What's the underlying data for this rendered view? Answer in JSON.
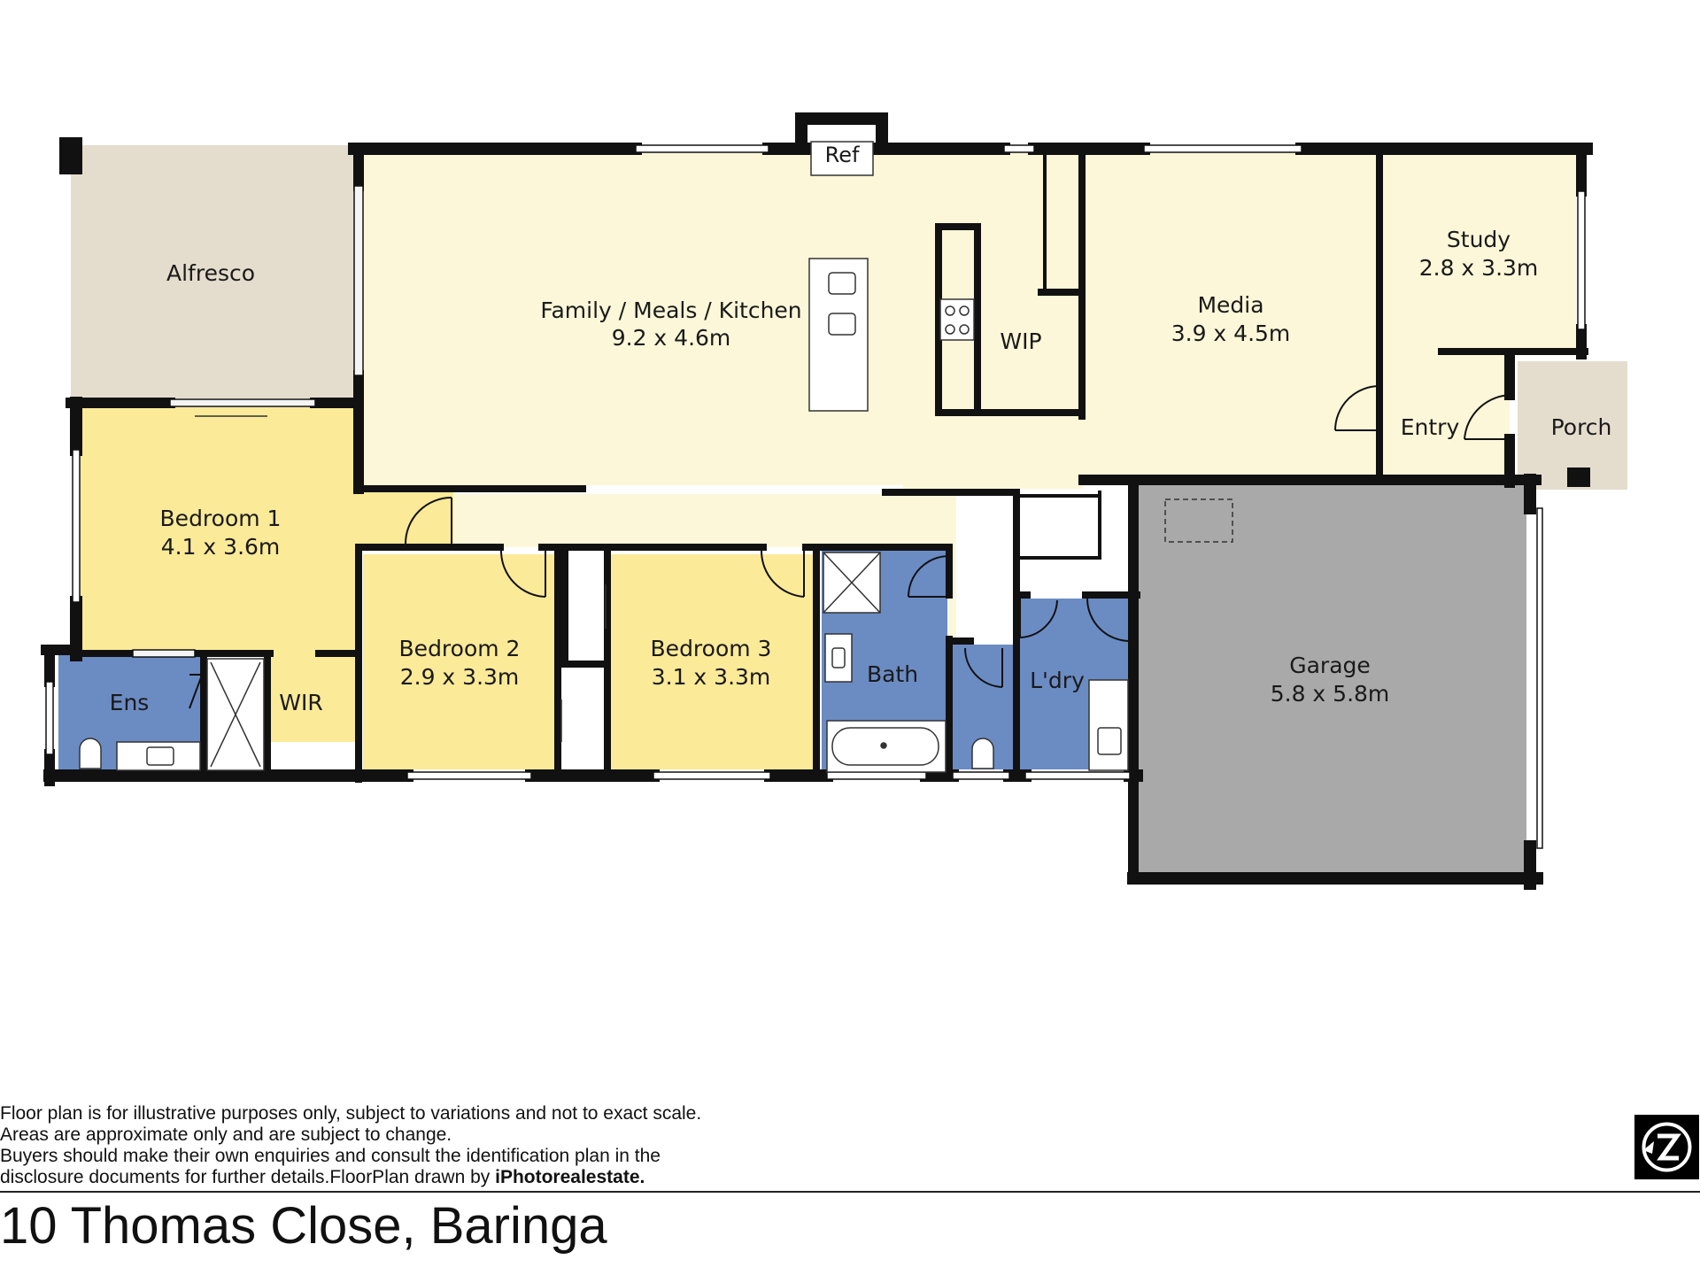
{
  "rooms": {
    "alfresco": {
      "name": "Alfresco",
      "dims": ""
    },
    "family": {
      "name": "Family / Meals / Kitchen",
      "dims": "9.2 x 4.6m"
    },
    "ref": {
      "name": "Ref"
    },
    "wip": {
      "name": "WIP"
    },
    "media": {
      "name": "Media",
      "dims": "3.9 x 4.5m"
    },
    "study": {
      "name": "Study",
      "dims": "2.8 x 3.3m"
    },
    "entry": {
      "name": "Entry"
    },
    "porch": {
      "name": "Porch"
    },
    "bedroom1": {
      "name": "Bedroom 1",
      "dims": "4.1 x 3.6m"
    },
    "bedroom2": {
      "name": "Bedroom 2",
      "dims": "2.9 x 3.3m"
    },
    "bedroom3": {
      "name": "Bedroom 3",
      "dims": "3.1 x 3.3m"
    },
    "ens": {
      "name": "Ens"
    },
    "wir": {
      "name": "WIR"
    },
    "bath": {
      "name": "Bath"
    },
    "laundry": {
      "name": "L'dry"
    },
    "garage": {
      "name": "Garage",
      "dims": "5.8 x 5.8m"
    }
  },
  "disclaimer": {
    "line1": "Floor plan is for illustrative purposes only, subject to variations and not to exact scale.",
    "line2": "Areas are approximate only and are subject to change.",
    "line3": "Buyers should make their own enquiries and consult the identification plan in the",
    "line4_prefix": "disclosure documents for further details.FloorPlan drawn by ",
    "line4_brand": "iPhotorealestate."
  },
  "address": "10 Thomas Close, Baringa",
  "colors": {
    "living": "#fcf7d8",
    "bedroom": "#fbea98",
    "wet": "#6b8bc3",
    "garage": "#a9a9a9",
    "outdoor": "#e4dccd",
    "wall": "#111111"
  },
  "icons": [
    "compass-logo-icon"
  ]
}
